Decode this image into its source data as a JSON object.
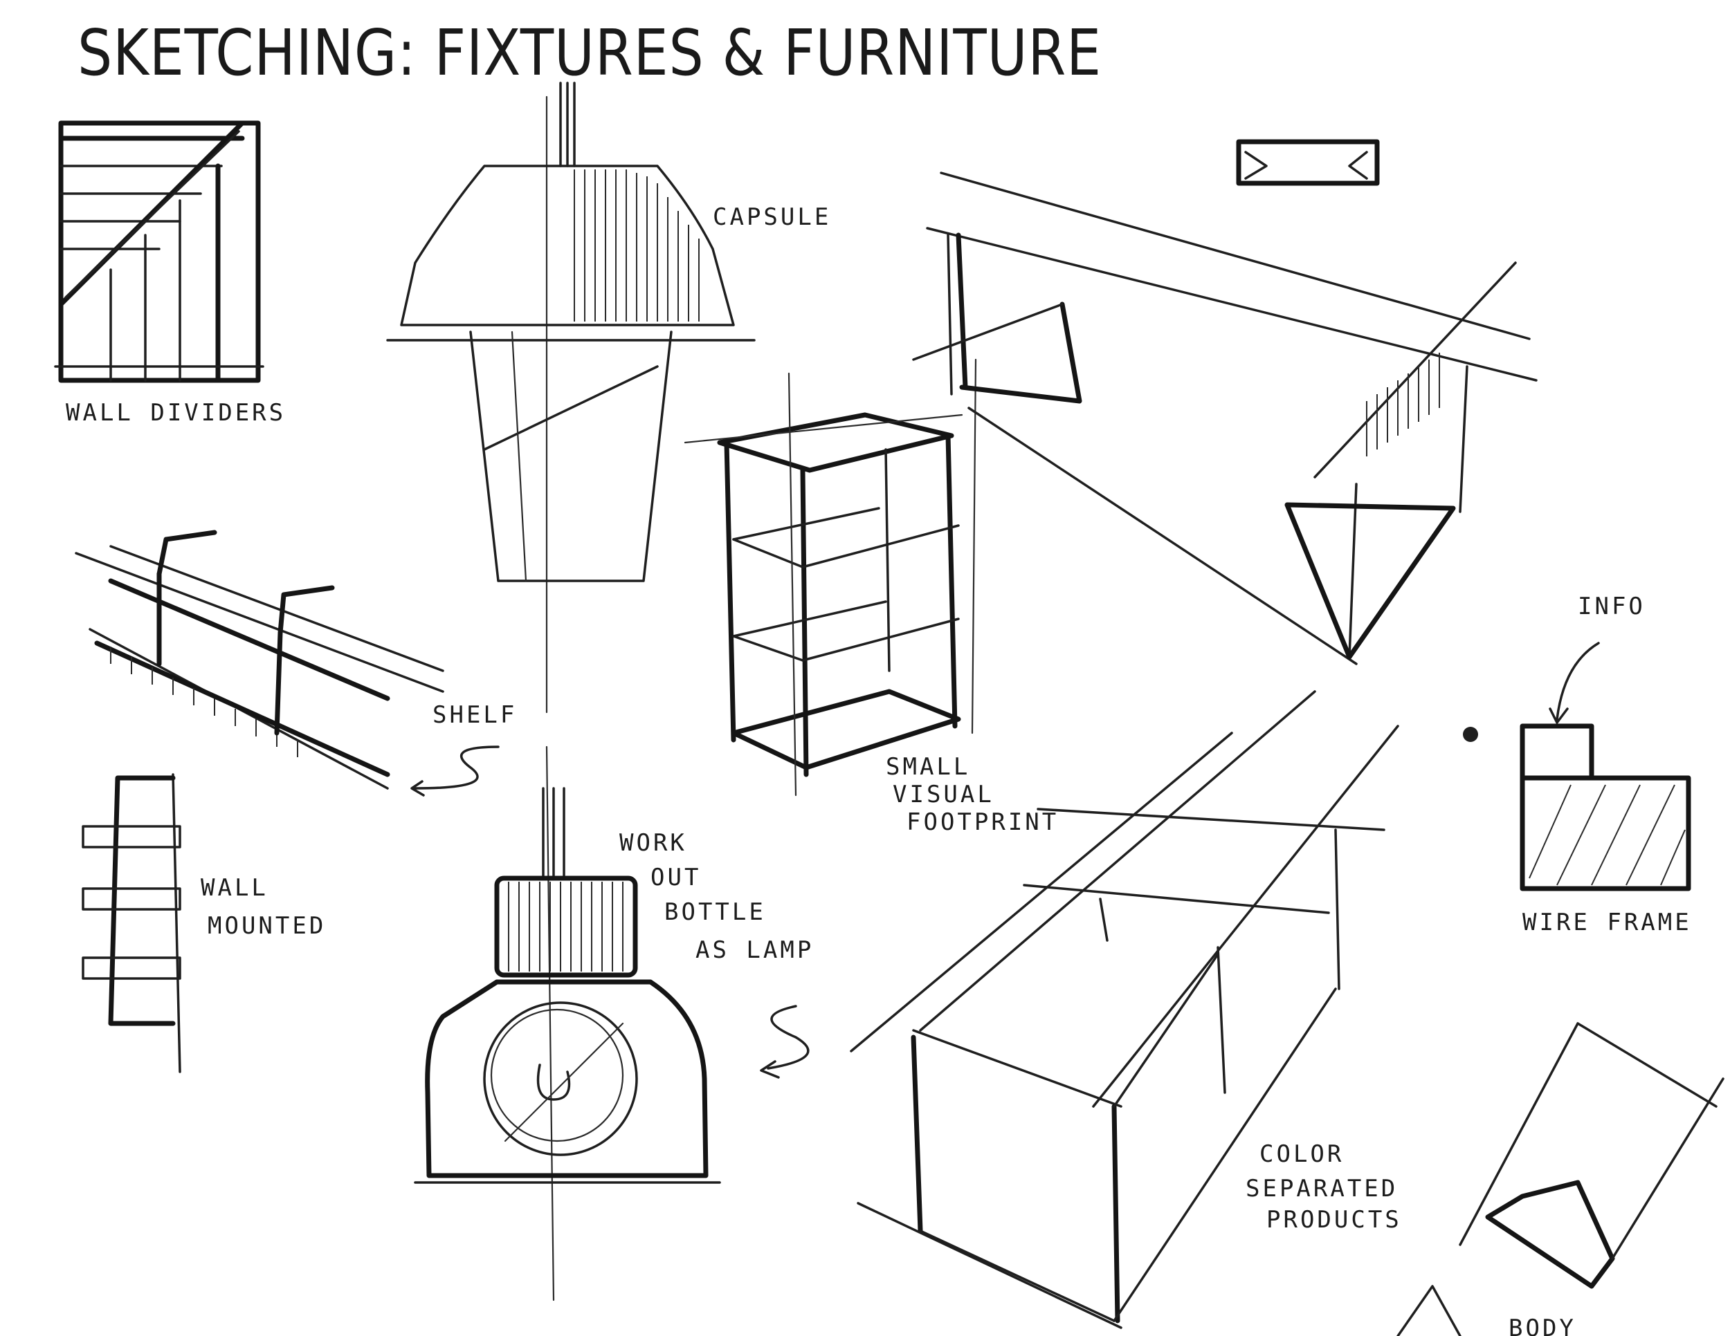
{
  "title": "SKETCHING: FIXTURES & FURNITURE",
  "labels": {
    "wall_dividers": "WALL DIVIDERS",
    "capsule": "CAPSULE",
    "shelf": "SHELF",
    "small_visual_footprint": [
      "SMALL",
      "VISUAL",
      "FOOTPRINT"
    ],
    "info": "INFO",
    "wall_mounted": [
      "WALL",
      "MOUNTED"
    ],
    "work_out_bottle": [
      "WORK",
      "OUT",
      "BOTTLE",
      "AS LAMP"
    ],
    "wire_frame": "WIRE FRAME",
    "color_separated": [
      "COLOR",
      "SEPARATED",
      "PRODUCTS"
    ],
    "bottom_right_partial": "BODY"
  },
  "colors": {
    "ink": "#1f1f1f",
    "paper": "#ffffff"
  }
}
